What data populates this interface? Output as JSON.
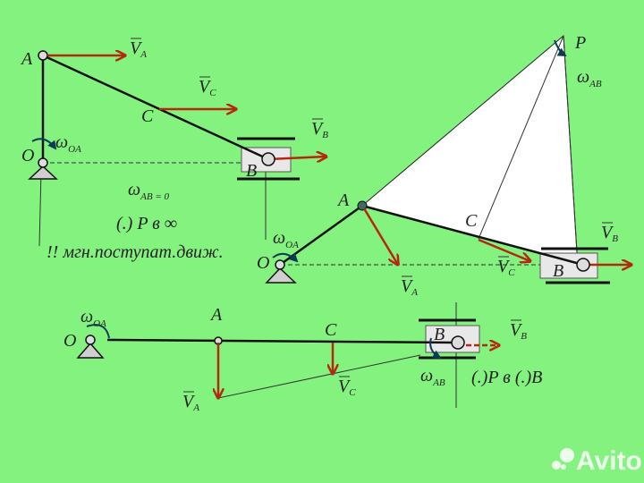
{
  "colors": {
    "background": "#84f27f",
    "velocity_vector": "#b3280f",
    "link": "#111111",
    "icc_triangle": "#ffffff"
  },
  "diagram1": {
    "point_A": "A",
    "point_O": "O",
    "point_C": "C",
    "point_B": "B",
    "v_A": "V",
    "v_A_sub": "A",
    "v_C": "V",
    "v_C_sub": "C",
    "v_B": "V",
    "v_B_sub": "B",
    "omega_OA": "ω",
    "omega_OA_sub": "OA",
    "omega_AB": "ω",
    "omega_AB_sub": "AB = 0",
    "icc_note": "(.) P в ∞",
    "motion_note": "!! мгн.поступат.движ."
  },
  "diagram2": {
    "point_P": "P",
    "point_A": "A",
    "point_O": "O",
    "point_C": "C",
    "point_B": "B",
    "omega_AB": "ω",
    "omega_AB_sub": "AB",
    "omega_OA": "ω",
    "omega_OA_sub": "OA",
    "v_A": "V",
    "v_A_sub": "A",
    "v_C": "V",
    "v_C_sub": "C",
    "v_B": "V",
    "v_B_sub": "B"
  },
  "diagram3": {
    "point_O": "O",
    "point_A": "A",
    "point_C": "C",
    "point_B": "B",
    "omega_OA": "ω",
    "omega_OA_sub": "OA",
    "omega_AB": "ω",
    "omega_AB_sub": "AB",
    "v_A": "V",
    "v_A_sub": "A",
    "v_C": "V",
    "v_C_sub": "C",
    "v_B": "V",
    "v_B_sub": "B",
    "icc_note": "(.)P в (.)B"
  },
  "watermark": {
    "text": "Avito"
  }
}
